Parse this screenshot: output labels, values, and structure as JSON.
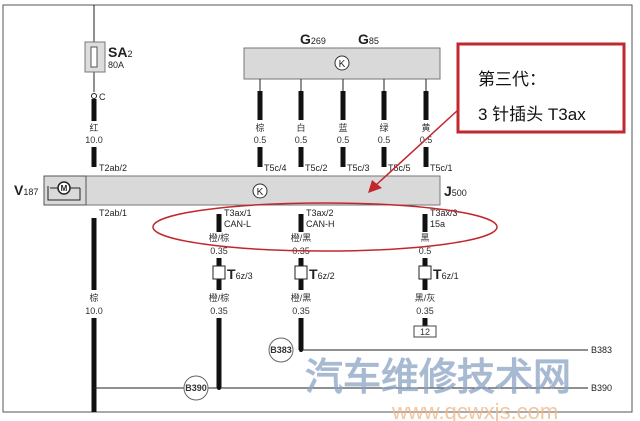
{
  "fuse": {
    "name": "SA",
    "sub": "2",
    "rating": "80A",
    "node": "C"
  },
  "motor": {
    "name": "V",
    "sub": "187",
    "symbol": "M"
  },
  "controller": {
    "name": "J",
    "sub": "500",
    "symbol": "K"
  },
  "sensor": {
    "symbol": "K",
    "labels": [
      {
        "name": "G",
        "sub": "269"
      },
      {
        "name": "G",
        "sub": "85"
      }
    ]
  },
  "power_wire": {
    "color": "红",
    "size": "10.0",
    "pin": "T2ab/2"
  },
  "ground_wire": {
    "color": "棕",
    "size": "10.0",
    "pin": "T2ab/1"
  },
  "sensor_wires": [
    {
      "color": "棕",
      "size": "0.5",
      "pin": "T5c/4"
    },
    {
      "color": "白",
      "size": "0.5",
      "pin": "T5c/2"
    },
    {
      "color": "蓝",
      "size": "0.5",
      "pin": "T5c/3"
    },
    {
      "color": "绿",
      "size": "0.5",
      "pin": "T5c/5"
    },
    {
      "color": "黄",
      "size": "0.5",
      "pin": "T5c/1"
    }
  ],
  "t3ax_wires": [
    {
      "pin": "T3ax/1",
      "signal": "CAN-L",
      "color1": "橙/棕",
      "size1": "0.35",
      "connector": "T",
      "connector_sub": "6z/3",
      "color2": "橙/棕",
      "size2": "0.35"
    },
    {
      "pin": "T3ax/2",
      "signal": "CAN-H",
      "color1": "橙/黑",
      "size1": "0.35",
      "connector": "T",
      "connector_sub": "6z/2",
      "color2": "橙/黑",
      "size2": "0.35"
    },
    {
      "pin": "T3ax/3",
      "signal": "15a",
      "color1": "黑",
      "size1": "0.5",
      "connector": "T",
      "connector_sub": "6z/1",
      "color2": "黑/灰",
      "size2": "0.35"
    }
  ],
  "terminal": "12",
  "grounds": {
    "b383": "B383",
    "b383_end": "B383",
    "b390": "B390",
    "b390_end": "B390"
  },
  "callout": {
    "line1": "第三代：",
    "line2": "3 针插头 T3ax",
    "color": "#c0282d"
  },
  "watermark": {
    "cn": "汽车维修技术网",
    "url": "www.qcwxjs.com"
  }
}
